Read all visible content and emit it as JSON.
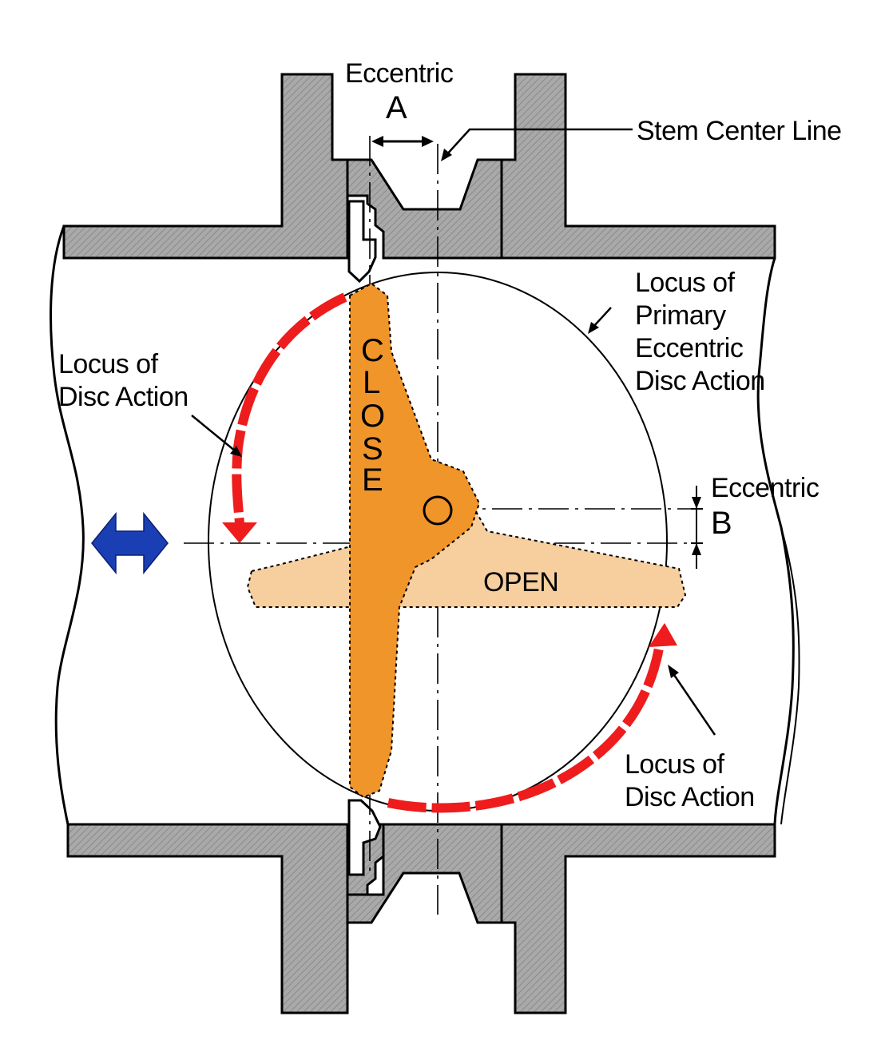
{
  "labels": {
    "eccentric_a_word": "Eccentric",
    "eccentric_a_letter": "A",
    "stem_center_line": "Stem Center Line",
    "primary_locus_line1": "Locus of",
    "primary_locus_line2": "Primary",
    "primary_locus_line3": "Eccentric",
    "primary_locus_line4": "Disc Action",
    "left_locus_line1": "Locus of",
    "left_locus_line2": "Disc Action",
    "eccentric_b_word": "Eccentric",
    "eccentric_b_letter": "B",
    "close_letters": [
      "C",
      "L",
      "O",
      "S",
      "E"
    ],
    "open": "OPEN",
    "right_locus_line1": "Locus of",
    "right_locus_line2": "Disc Action"
  },
  "colors": {
    "body_fill": "#a6a6a6",
    "disc_close": "#f0952a",
    "disc_open": "#f7cf9e",
    "locus_arrow": "#ee1c1c",
    "flow_arrow": "#1a3fb5"
  },
  "icons": {
    "flow_direction": "double-arrow-icon"
  }
}
